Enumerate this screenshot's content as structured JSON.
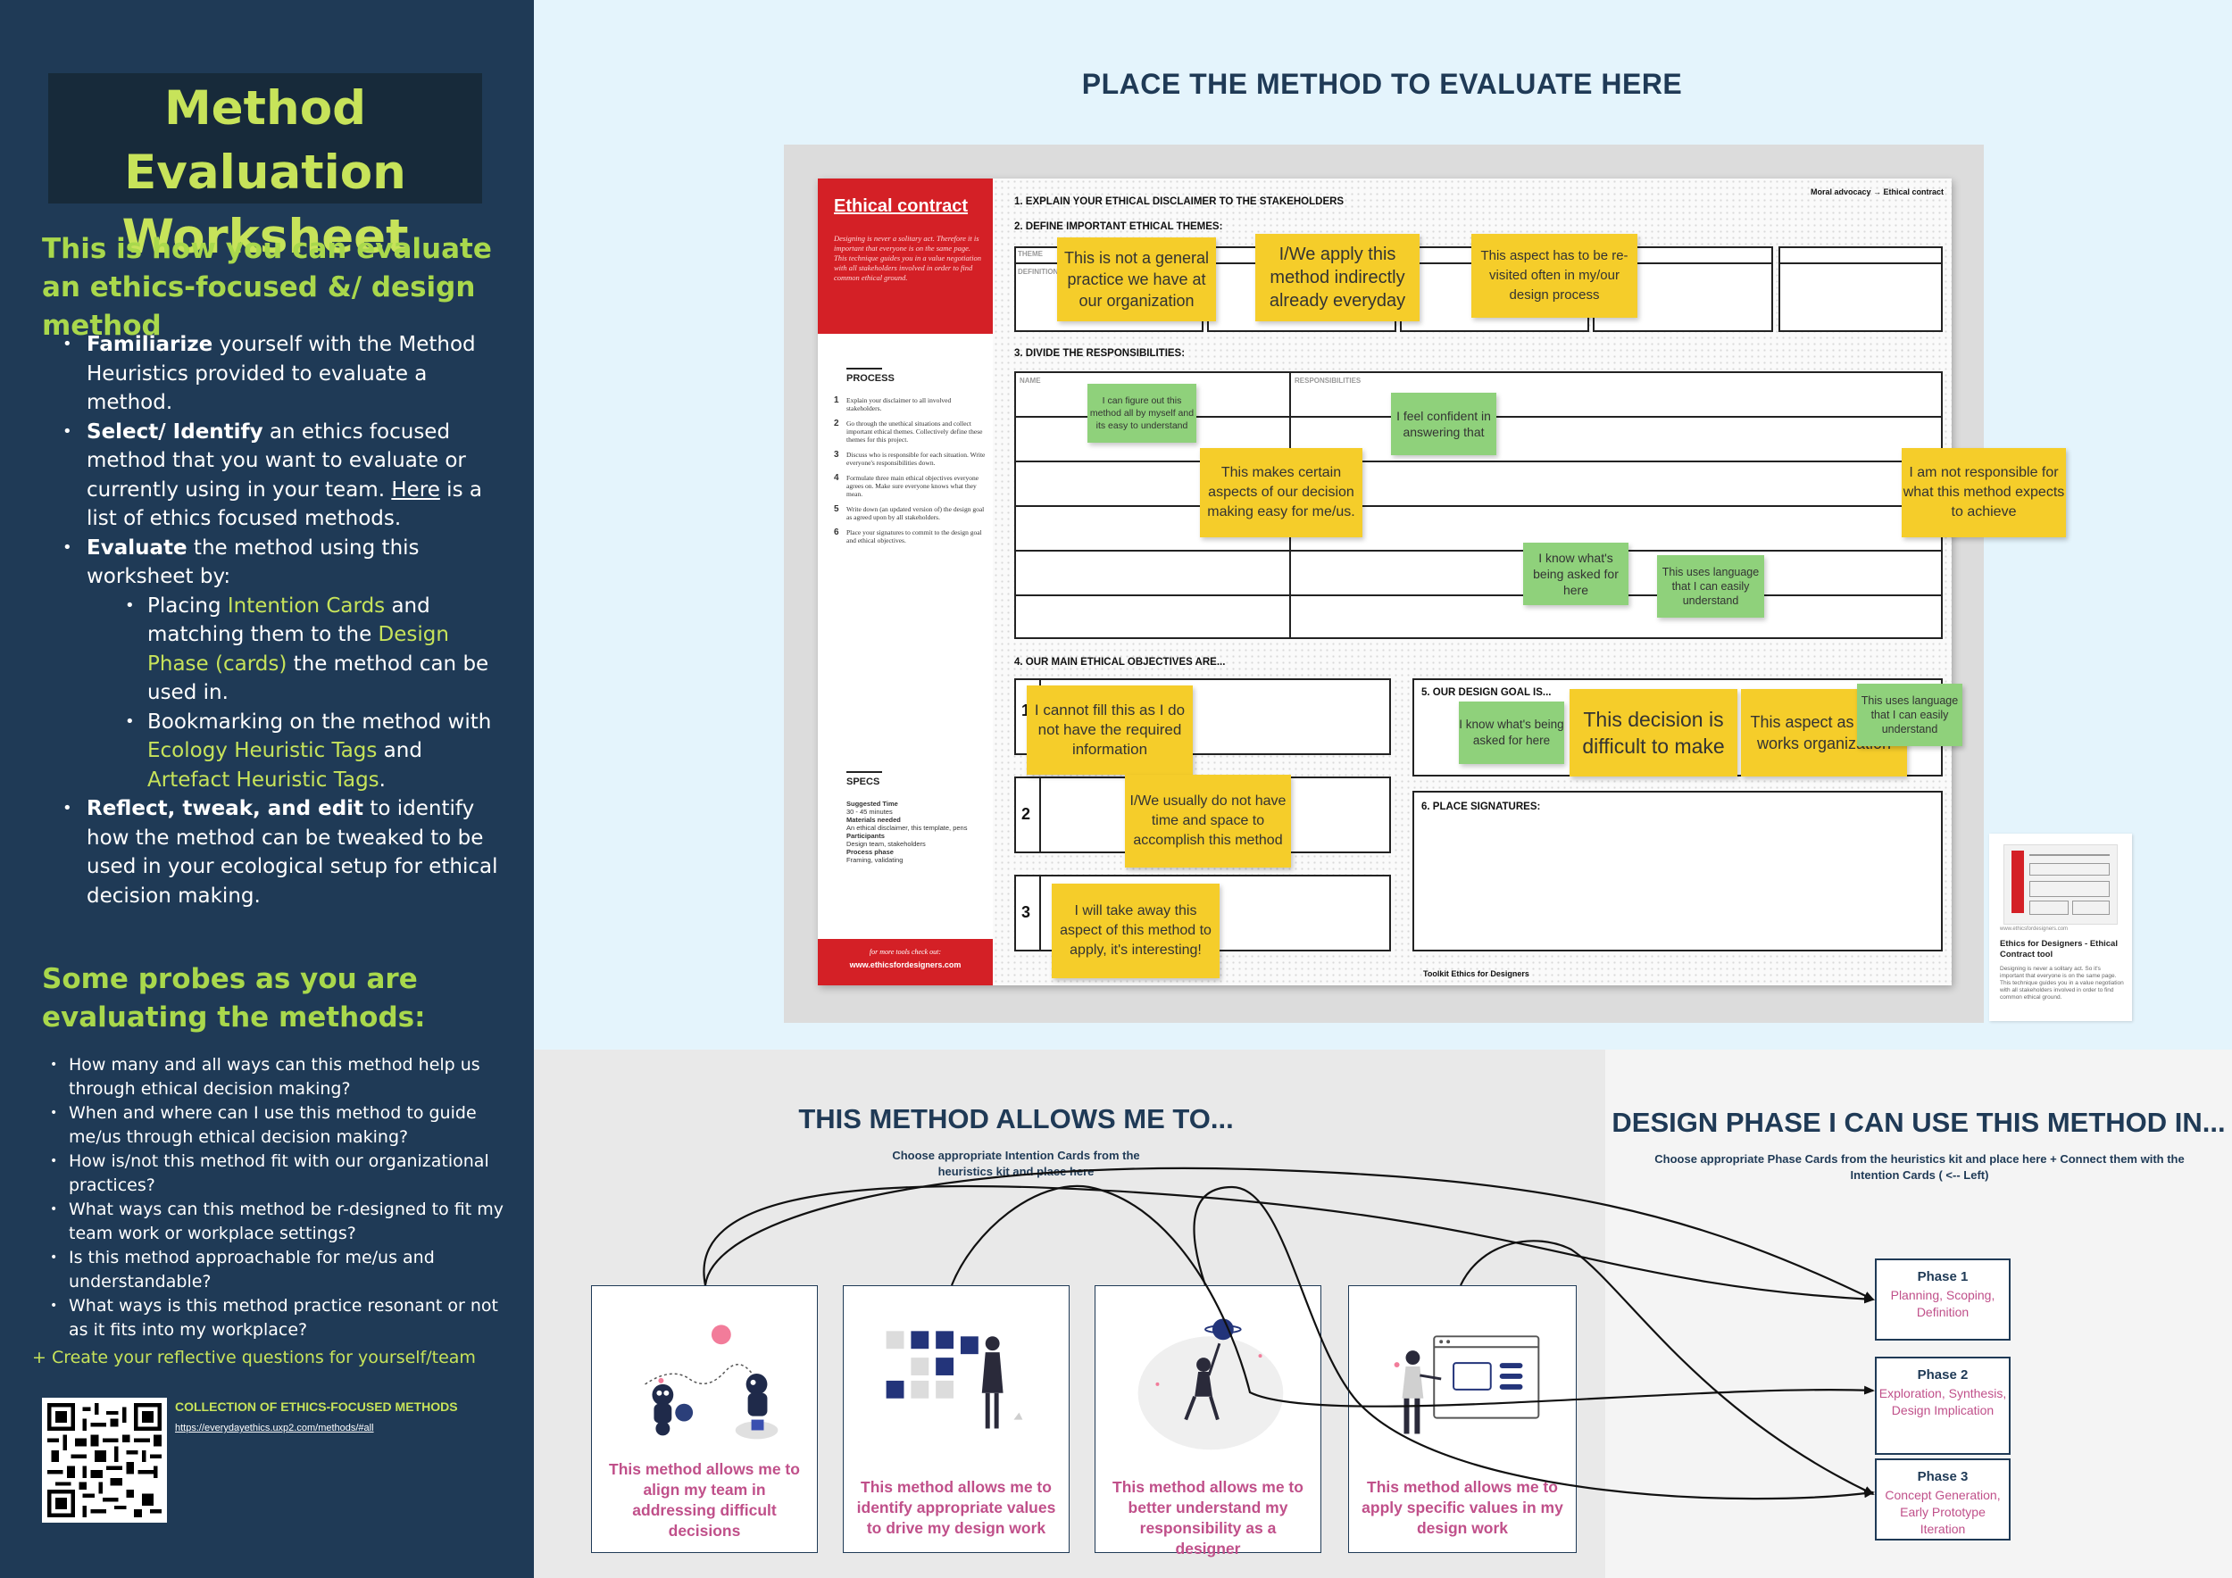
{
  "left": {
    "title": "Method Evaluation Worksheet",
    "intro_heading": "This is how you can evaluate an ethics-focused &/ design method",
    "step1_bold": "Familiarize",
    "step1_rest": " yourself with the Method Heuristics provided to evaluate a method.",
    "step2_bold": "Select/ Identify",
    "step2_rest": " an ethics focused method that you want to evaluate or currently using in your team. ",
    "step2_link": "Here",
    "step2_end": " is a list of ethics focused methods.",
    "step3_bold": "Evaluate",
    "step3_rest": " the method using this worksheet by:",
    "sub1_a": "Placing ",
    "sub1_b": "Intention Cards",
    "sub1_c": " and matching them to the ",
    "sub1_d": "Design Phase (cards)",
    "sub1_e": " the method can be used in.",
    "sub2_a": "Bookmarking on the method with ",
    "sub2_b": "Ecology Heuristic Tags",
    "sub2_c": " and ",
    "sub2_d": "Artefact Heuristic Tags",
    "sub2_e": ".",
    "step4_bold": "Reflect, tweak, and edit",
    "step4_rest": " to identify how the method can be tweaked to be used in your ecological setup for ethical decision making.",
    "probes_heading": "Some probes as you are evaluating the methods:",
    "probes": [
      "How many and all ways can this method help us through ethical decision making?",
      "When and where can I use this method to guide me/us through ethical decision making?",
      "How is/not this method fit with our organizational practices?",
      "What ways can this method be r-designed to fit my team work or workplace settings?",
      "Is this method approachable for me/us and understandable?",
      "What ways is this method practice resonant or not as it fits into my workplace?"
    ],
    "probes_extra": "+ Create your reflective questions for yourself/team",
    "collection_title": "COLLECTION OF ETHICS-FOCUSED METHODS",
    "collection_url": "https://everydayethics.uxp2.com/methods/#all"
  },
  "top": {
    "heading": "PLACE THE METHOD TO EVALUATE HERE"
  },
  "doc": {
    "sidebar_title": "Ethical contract",
    "sidebar_text": "Designing is never a solitary act. Therefore it is important that everyone is on the same page. This technique guides you in a value negotiation with all stakeholders involved in order to find common ethical ground.",
    "process_heading": "PROCESS",
    "steps": [
      {
        "n": "1",
        "t": "Explain your disclaimer to all involved stakeholders."
      },
      {
        "n": "2",
        "t": "Go through the unethical situations and collect important ethical themes. Collectively define these themes for this project."
      },
      {
        "n": "3",
        "t": "Discuss who is responsible for each situation. Write everyone's responsibilities down."
      },
      {
        "n": "4",
        "t": "Formulate three main ethical objectives everyone agrees on. Make sure everyone knows what they mean."
      },
      {
        "n": "5",
        "t": "Write down (an updated version of) the design goal as agreed upon by all stakeholders."
      },
      {
        "n": "6",
        "t": "Place your signatures to commit to the design goal and ethical objectives."
      }
    ],
    "specs_heading": "SPECS",
    "specs": [
      {
        "k": "Suggested Time",
        "v": "30 - 45 minutes"
      },
      {
        "k": "Materials needed",
        "v": "An ethical disclaimer, this template, pens"
      },
      {
        "k": "Participants",
        "v": "Design team, stakeholders"
      },
      {
        "k": "Process phase",
        "v": "Framing, validating"
      }
    ],
    "more": "for more tools check out:",
    "site": "www.ethicsfordesigners.com",
    "breadcrumb": "Moral advocacy → Ethical contract",
    "sec1": "1. EXPLAIN YOUR ETHICAL DISCLAIMER TO THE STAKEHOLDERS",
    "sec2": "2. DEFINE IMPORTANT ETHICAL THEMES:",
    "theme_label": "THEME",
    "definition_label": "DEFINITION",
    "sec3": "3. DIVIDE THE RESPONSIBILITIES:",
    "name_label": "NAME",
    "resp_label": "RESPONSIBILITIES",
    "sec4": "4. OUR MAIN ETHICAL OBJECTIVES ARE...",
    "obj_nums": [
      "1",
      "2",
      "3"
    ],
    "sec5": "5. OUR DESIGN GOAL IS...",
    "sec6": "6. PLACE SIGNATURES:",
    "footer": "Toolkit Ethics for Designers"
  },
  "notes": [
    "This is not a general practice we have at our organization",
    "I/We apply this method indirectly already everyday",
    "This aspect has to be re-visited often in my/our design process",
    "I can figure out this method all by myself and its easy to understand",
    "I feel confident in answering that",
    "This makes certain aspects of our decision making easy for me/us.",
    "I am not responsible for what this method expects to achieve",
    "I know what's being asked for here",
    "This uses language that I can easily understand",
    "I cannot fill this as I do not have the required information",
    "I know what's being asked for here",
    "This decision is difficult to make",
    "This aspect as that it works organization",
    "This uses language that I can easily understand",
    "I/We usually do not have time and space to accomplish this method",
    "I will take away this aspect of this method to apply, it's interesting!"
  ],
  "thumb": {
    "url": "www.ethicsfordesigners.com",
    "title": "Ethics for Designers - Ethical Contract tool",
    "desc": "Designing is never a solitary act. So it's important that everyone is on the same page. This technique guides you in a value negotiation with all stakeholders involved in order to find common ethical ground."
  },
  "allows": {
    "heading": "THIS METHOD ALLOWS ME TO...",
    "sub": "Choose appropriate Intention Cards from the heuristics kit and place here",
    "cards": [
      "This method allows me to align my team in addressing difficult decisions",
      "This method allows me to identify appropriate values to drive my design work",
      "This method allows me to better understand my responsibility as a designer",
      "This method allows me to apply specific values in my design work"
    ]
  },
  "phase": {
    "heading": "DESIGN PHASE I CAN USE THIS METHOD IN...",
    "sub": "Choose appropriate Phase Cards from the heuristics kit and place here + Connect them with the Intention Cards  ( <-- Left)",
    "cards": [
      {
        "title": "Phase 1",
        "desc": "Planning, Scoping, Definition"
      },
      {
        "title": "Phase 2",
        "desc": "Exploration, Synthesis, Design Implication"
      },
      {
        "title": "Phase 3",
        "desc": "Concept Generation, Early Prototype Iteration"
      }
    ]
  },
  "colors": {
    "navy": "#1f3a56",
    "lime": "#c7e35a",
    "pink": "#c0508a",
    "red": "#d42026",
    "sticky_yellow": "#f5cd2a",
    "sticky_green": "#8fd17b"
  }
}
